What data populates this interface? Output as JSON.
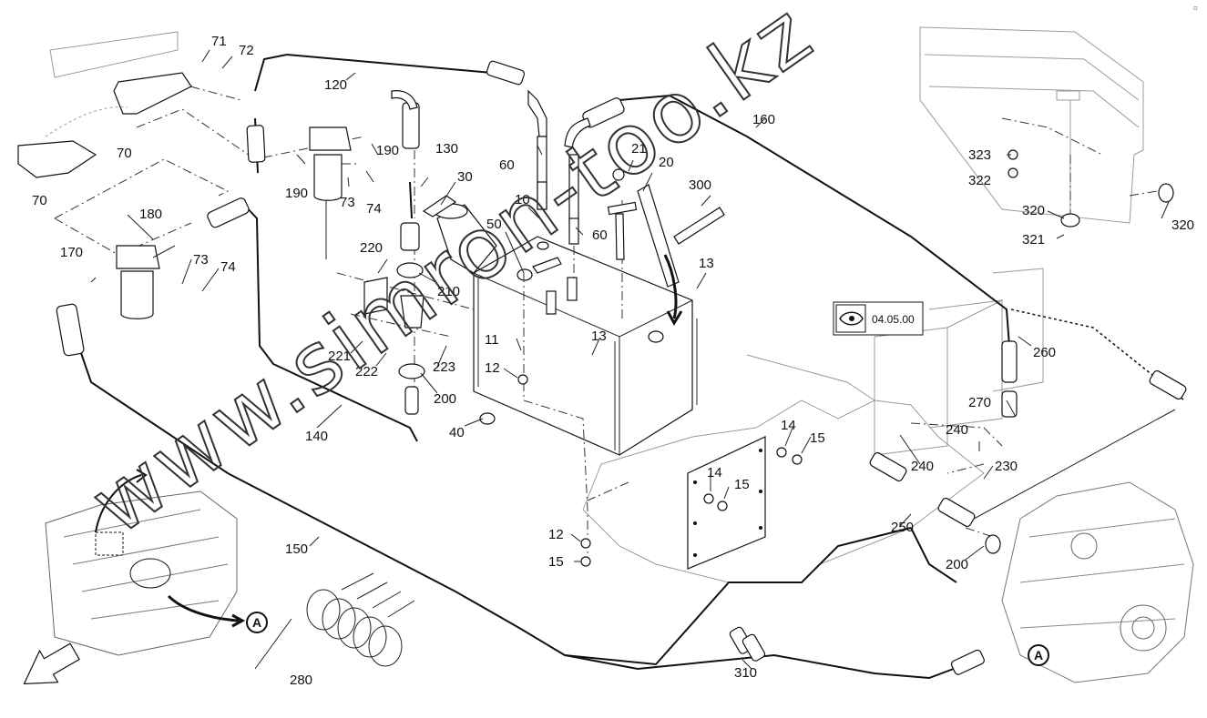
{
  "diagram": {
    "reference_label": "04.05.00",
    "watermark": "www.simron-too.kz",
    "callouts": {
      "A": "A",
      "n10": "10",
      "n11": "11",
      "n12": "12",
      "n13": "13",
      "n14": "14",
      "n15": "15",
      "n20": "20",
      "n21": "21",
      "n30": "30",
      "n40": "40",
      "n50": "50",
      "n60": "60",
      "n70": "70",
      "n71": "71",
      "n72": "72",
      "n73": "73",
      "n74": "74",
      "n120": "120",
      "n130": "130",
      "n140": "140",
      "n150": "150",
      "n160": "160",
      "n170": "170",
      "n180": "180",
      "n190": "190",
      "n200": "200",
      "n210": "210",
      "n220": "220",
      "n221": "221",
      "n222": "222",
      "n223": "223",
      "n230": "230",
      "n240": "240",
      "n250": "250",
      "n260": "260",
      "n270": "270",
      "n280": "280",
      "n300": "300",
      "n310": "310",
      "n320": "320",
      "n321": "321",
      "n322": "322",
      "n323": "323"
    }
  }
}
